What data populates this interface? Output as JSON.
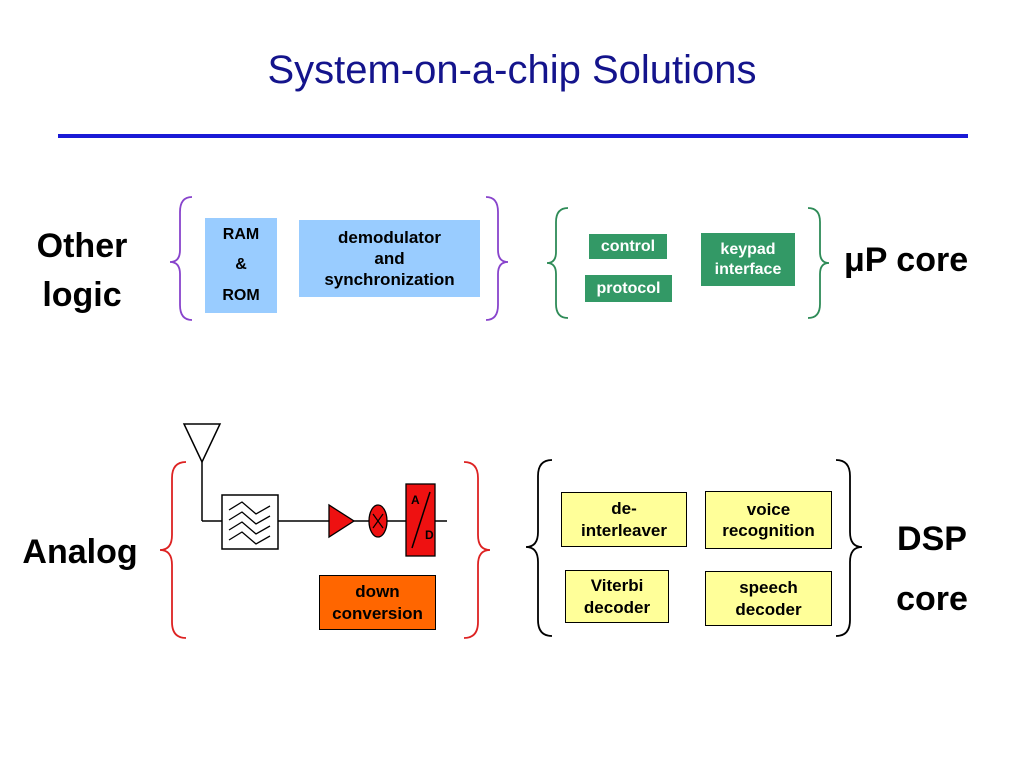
{
  "slide": {
    "title": "System-on-a-chip Solutions"
  },
  "sections": {
    "other_logic": {
      "label_line1": "Other",
      "label_line2": "logic",
      "ram_box": [
        "RAM",
        "&",
        "ROM"
      ],
      "demod_box": [
        "demodulator",
        "and",
        "synchronization"
      ]
    },
    "up_core": {
      "label": "μP core",
      "control": "control",
      "protocol": "protocol",
      "keypad": [
        "keypad",
        "interface"
      ]
    },
    "analog": {
      "label": "Analog",
      "ad_top": "A",
      "ad_bottom": "D",
      "down_conversion": [
        "down",
        "conversion"
      ]
    },
    "dsp_core": {
      "label_line1": "DSP",
      "label_line2": "core",
      "deinterleaver": [
        "de-",
        "interleaver"
      ],
      "voice_recognition": [
        "voice",
        "recognition"
      ],
      "viterbi": [
        "Viterbi",
        "decoder"
      ],
      "speech": [
        "speech",
        "decoder"
      ]
    }
  },
  "colors": {
    "title": "#14148c",
    "rule": "#1a1ad6",
    "other_logic_brace": "#8844cc",
    "up_core_brace": "#2e8b57",
    "analog_brace": "#dd2222",
    "dsp_brace": "#000000",
    "light_blue_box": "#99ccff",
    "green_box": "#339966",
    "yellow_box": "#ffff99",
    "orange_box": "#ff6600",
    "red_component": "#ee1111"
  }
}
